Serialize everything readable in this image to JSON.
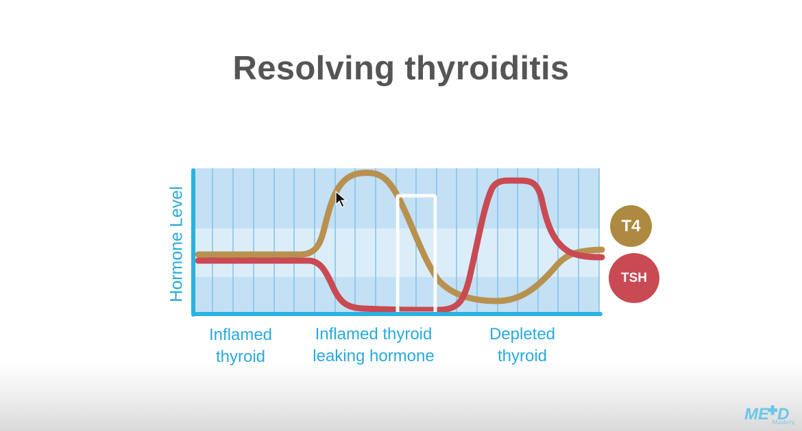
{
  "slide": {
    "title": "Resolving thyroiditis"
  },
  "legend": {
    "t4": {
      "label": "T4",
      "color": "#ad8a3f"
    },
    "tsh": {
      "label": "TSH",
      "color": "#c94a52"
    }
  },
  "phases": [
    {
      "line1": "Inflamed",
      "line2": "thyroid"
    },
    {
      "line1": "Inflamed thyroid",
      "line2": "leaking hormone"
    },
    {
      "line1": "Depleted",
      "line2": "thyroid"
    }
  ],
  "logo": {
    "text": "MED",
    "subtext": "Mastery"
  },
  "colors": {
    "axis": "#29b2e2",
    "plot_bg": "#c3e0f5",
    "normal_band": "#dcedfa",
    "gridline": "#7fc3e8",
    "highlight_box": "#ffffff"
  },
  "chart_data": {
    "type": "line",
    "title": "Resolving thyroiditis",
    "xlabel": "",
    "ylabel": "Hormone Level",
    "x_unit": "time (relative, 0-20)",
    "ylim": [
      0,
      100
    ],
    "grid": {
      "vertical": true,
      "horizontal": false,
      "vertical_lines": 20
    },
    "normal_range_band": [
      26,
      59
    ],
    "x": [
      0,
      2,
      4,
      5.5,
      6.5,
      7.5,
      8.3,
      9,
      10,
      11.5,
      13,
      14,
      15,
      16,
      17,
      18,
      19,
      20
    ],
    "series": [
      {
        "name": "T4",
        "color": "#ad8a3f",
        "values": [
          41,
          41,
          41,
          41,
          48,
          85,
          97,
          94,
          62,
          20,
          9,
          8,
          10,
          20,
          36,
          43,
          45,
          45
        ]
      },
      {
        "name": "TSH",
        "color": "#c94a52",
        "values": [
          37,
          37,
          37,
          37,
          35,
          10,
          4,
          3,
          2,
          2,
          8,
          55,
          91,
          90,
          58,
          41,
          39,
          39
        ]
      }
    ],
    "phases": [
      "Inflamed thyroid",
      "Inflamed thyroid leaking hormone",
      "Depleted thyroid"
    ],
    "legend": {
      "position": "right",
      "entries": [
        "T4",
        "TSH"
      ]
    },
    "highlight_region": {
      "x_start": 10,
      "x_end": 12
    }
  }
}
